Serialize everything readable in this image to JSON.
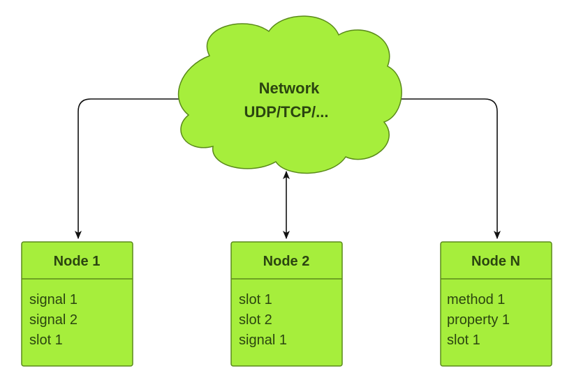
{
  "colors": {
    "fill": "#a6ee3c",
    "stroke": "#5a8a1a",
    "text": "#2b4510",
    "arrow": "#111111"
  },
  "cloud": {
    "line1": "Network",
    "line2": "UDP/TCP/..."
  },
  "nodes": [
    {
      "title": "Node 1",
      "items": [
        "signal 1",
        "signal 2",
        "slot 1"
      ]
    },
    {
      "title": "Node 2",
      "items": [
        "slot 1",
        "slot 2",
        "signal 1"
      ]
    },
    {
      "title": "Node N",
      "items": [
        "method 1",
        "property 1",
        "slot 1"
      ]
    }
  ]
}
